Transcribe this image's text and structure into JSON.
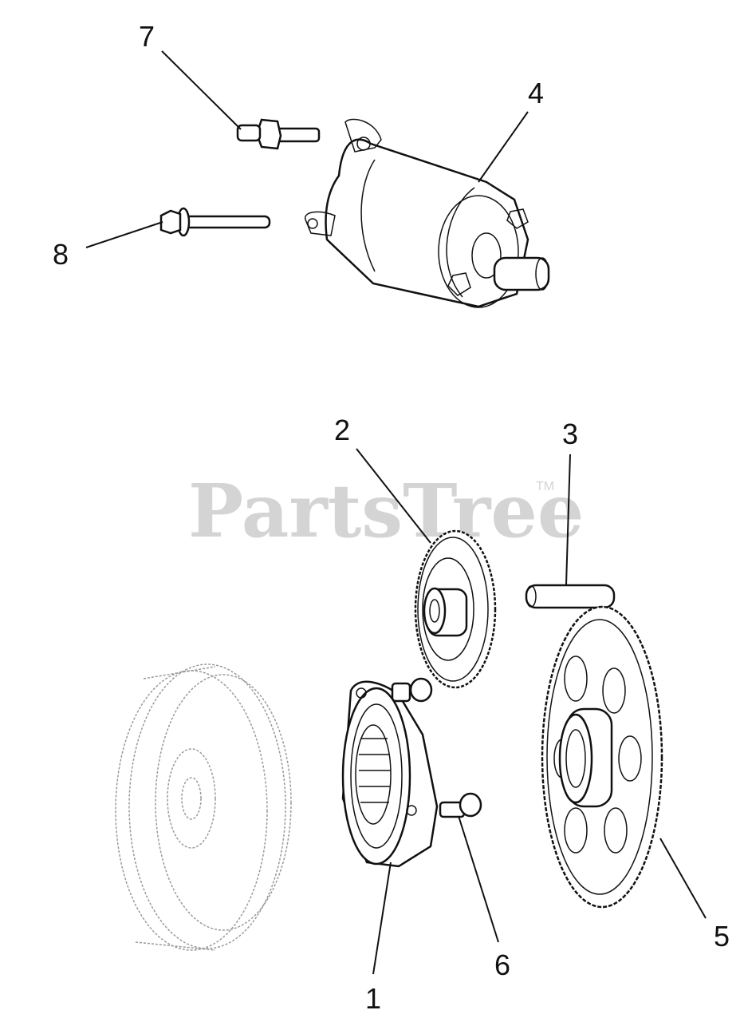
{
  "watermark": {
    "brand": "PartsTree",
    "trademark": "TM"
  },
  "callouts": [
    {
      "id": "7",
      "label": "7"
    },
    {
      "id": "4",
      "label": "4"
    },
    {
      "id": "8",
      "label": "8"
    },
    {
      "id": "2",
      "label": "2"
    },
    {
      "id": "3",
      "label": "3"
    },
    {
      "id": "5",
      "label": "5"
    },
    {
      "id": "6",
      "label": "6"
    },
    {
      "id": "1",
      "label": "1"
    }
  ]
}
